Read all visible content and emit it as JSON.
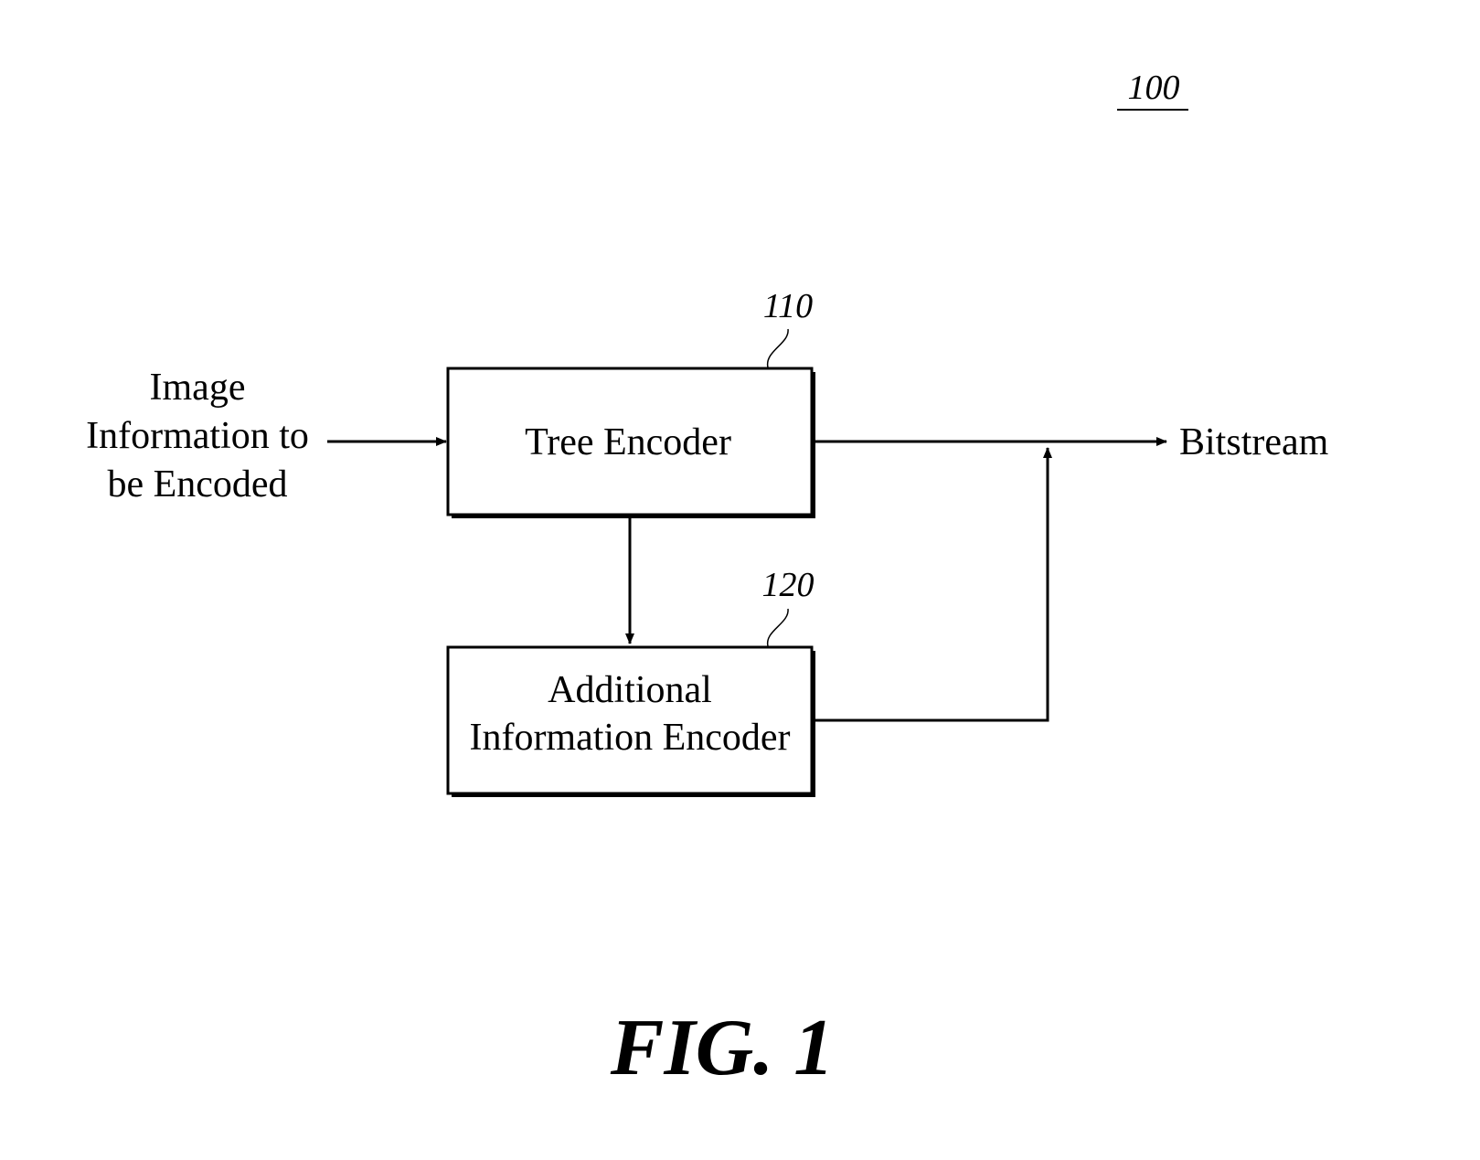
{
  "figure": {
    "caption": "FIG. 1",
    "ref_system": "100"
  },
  "input": {
    "lines": [
      "Image",
      "Information to",
      "be Encoded"
    ]
  },
  "output": {
    "label": "Bitstream"
  },
  "blocks": [
    {
      "ref": "110",
      "lines": [
        "Tree Encoder"
      ]
    },
    {
      "ref": "120",
      "lines": [
        "Additional",
        "Information Encoder"
      ]
    }
  ]
}
